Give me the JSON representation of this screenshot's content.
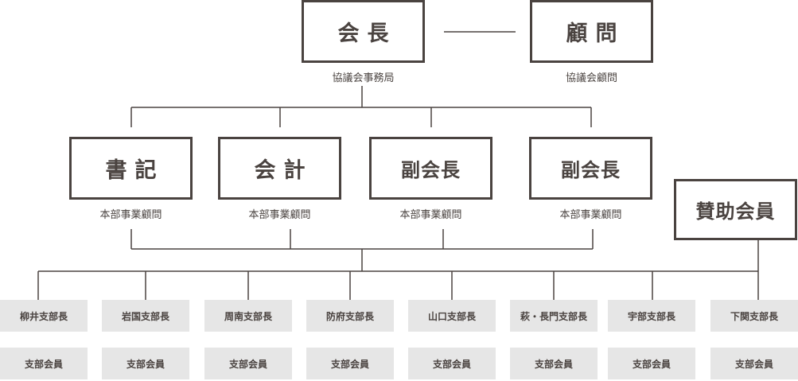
{
  "top": {
    "president": {
      "label": "会長",
      "note": "協議会事務局"
    },
    "advisor": {
      "label": "顧問",
      "note": "協議会顧問"
    }
  },
  "officers": [
    {
      "label": "書記",
      "note": "本部事業顧問"
    },
    {
      "label": "会計",
      "note": "本部事業顧問"
    },
    {
      "label": "副会長",
      "note": "本部事業顧問"
    },
    {
      "label": "副会長",
      "note": "本部事業顧問"
    }
  ],
  "supporting_members": {
    "label": "賛助会員"
  },
  "branches": [
    {
      "head": "柳井支部長",
      "members": "支部会員"
    },
    {
      "head": "岩国支部長",
      "members": "支部会員"
    },
    {
      "head": "周南支部長",
      "members": "支部会員"
    },
    {
      "head": "防府支部長",
      "members": "支部会員"
    },
    {
      "head": "山口支部長",
      "members": "支部会員"
    },
    {
      "head": "萩・長門支部長",
      "members": "支部会員"
    },
    {
      "head": "宇部支部長",
      "members": "支部会員"
    },
    {
      "head": "下関支部長",
      "members": "支部会員"
    }
  ],
  "colors": {
    "line": "#4a4340",
    "cell_bg": "#e6e6e6"
  }
}
